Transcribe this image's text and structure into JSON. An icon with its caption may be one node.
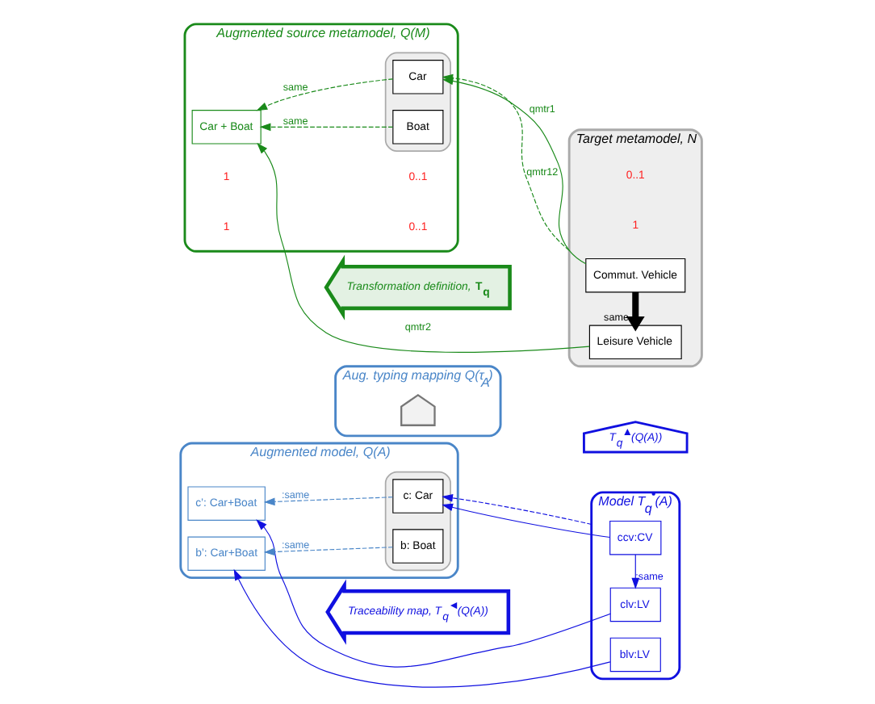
{
  "diagram": {
    "nodes": [
      {
        "text": [
          "*Augmented source metamodel, Q(M)*"
        ]
      },
      {
        "text": [],
        "shape": "box",
        "in": 0
      },
      {
        "text": [
          "Car"
        ],
        "in": 1
      },
      {
        "text": [
          "Boat"
        ],
        "in": 1
      },
      {
        "text": [
          "Car + Boat"
        ],
        "in": 0
      },
      {
        "text": [
          "*Transformation definition,* **T$_{q}$**"
        ]
      },
      {
        "text": [
          "*Target metamodel, N*"
        ]
      },
      {
        "text": [
          "Commut. Vehicle"
        ],
        "in": 6
      },
      {
        "text": [
          "Leisure Vehicle"
        ],
        "in": 6
      },
      {
        "text": [
          "*Aug. typing mapping Q(τ$_{A}$)*"
        ]
      },
      {
        "text": [],
        "shape": "arrow",
        "in": 9
      },
      {
        "text": [
          "*T$_{q}$$^{▲}$(Q(A))*"
        ]
      },
      {
        "text": [
          "*Augmented model, Q(A)*"
        ]
      },
      {
        "text": [],
        "shape": "box",
        "in": 12
      },
      {
        "text": [
          "c: Car"
        ],
        "in": 13
      },
      {
        "text": [
          "b: Boat"
        ],
        "in": 13
      },
      {
        "text": [
          "c’: Car+Boat"
        ],
        "in": 12
      },
      {
        "text": [
          "b’: Car+Boat"
        ],
        "in": 12
      },
      {
        "text": [
          "*Traceability map, T$_{q}$$^{◄}$(Q(A))*"
        ]
      },
      {
        "text": [
          "*Model T$_{q}$$^{•}$(A)*"
        ]
      },
      {
        "text": [
          "ccv:CV"
        ],
        "in": 19
      },
      {
        "text": [
          "clv:LV"
        ],
        "in": 19
      },
      {
        "text": [
          "blv:LV"
        ],
        "in": 19
      }
    ],
    "edges": [
      {
        "from": 2,
        "to": 4,
        "arrow": "to",
        "label": "same",
        "style": "dashed"
      },
      {
        "from": 3,
        "to": 4,
        "arrow": "to",
        "label": "same",
        "style": "dashed"
      },
      {
        "from": 7,
        "to": 8,
        "arrow": "to",
        "label": "same",
        "style": "thick",
        "color": "#000000"
      },
      {
        "from": 7,
        "to": 2,
        "arrow": "to",
        "label": "qmtr1"
      },
      {
        "from": 6,
        "to": 2,
        "arrow": "to",
        "label": "qmtr12",
        "style": "dashed"
      },
      {
        "from": 8,
        "to": 4,
        "arrow": "to",
        "label": "qmtr2"
      },
      {
        "from": 14,
        "to": 16,
        "arrow": "to",
        "label": ":same",
        "style": "dashed",
        "color": "#4a86c8"
      },
      {
        "from": 15,
        "to": 17,
        "arrow": "to",
        "label": ":same",
        "style": "dashed",
        "color": "#4a86c8"
      },
      {
        "from": 20,
        "to": 21,
        "arrow": "to",
        "label": ":same",
        "color": "#1010e0"
      },
      {
        "from": 20,
        "to": 14,
        "arrow": "to",
        "color": "#1010e0"
      },
      {
        "from": 19,
        "to": 14,
        "arrow": "to",
        "style": "dashed",
        "color": "#1010e0"
      },
      {
        "from": 21,
        "to": 16,
        "arrow": "to",
        "color": "#1010e0"
      },
      {
        "from": 22,
        "to": 17,
        "arrow": "to",
        "color": "#1010e0"
      }
    ],
    "labels": [
      "0..1",
      "1",
      "0..1",
      "1",
      "0..1",
      "1"
    ]
  }
}
